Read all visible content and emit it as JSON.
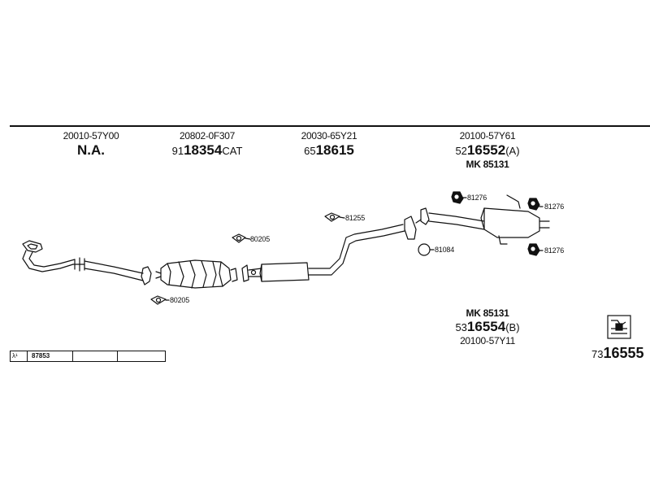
{
  "columns": [
    {
      "part_no": "20010-57Y00",
      "prefix": "",
      "main": "N.A.",
      "suffix": ""
    },
    {
      "part_no": "20802-0F307",
      "prefix": "91",
      "main": "18354",
      "suffix": "CAT"
    },
    {
      "part_no": "20030-65Y21",
      "prefix": "65",
      "main": "18615",
      "suffix": ""
    },
    {
      "part_no": "20100-57Y61",
      "prefix": "52",
      "main": "16552",
      "suffix": "(A)",
      "kit": "MK  85131"
    }
  ],
  "lower_right": {
    "kit": "MK  85131",
    "prefix": "53",
    "main": "16554",
    "suffix": "(B)",
    "part_no": "20100-57Y11"
  },
  "labels": {
    "gasket_80205_upper": "80205",
    "gasket_80205_lower": "80205",
    "gasket_81255": "81255",
    "ring_81084": "81084",
    "mount_81276_a": "81276",
    "mount_81276_b": "81276",
    "mount_81276_c": "81276"
  },
  "table": {
    "symbol": "λ¹",
    "value": "87853"
  },
  "reference": {
    "prefix": "73",
    "main": "16555"
  },
  "icon": {
    "name": "document-chart-icon"
  }
}
